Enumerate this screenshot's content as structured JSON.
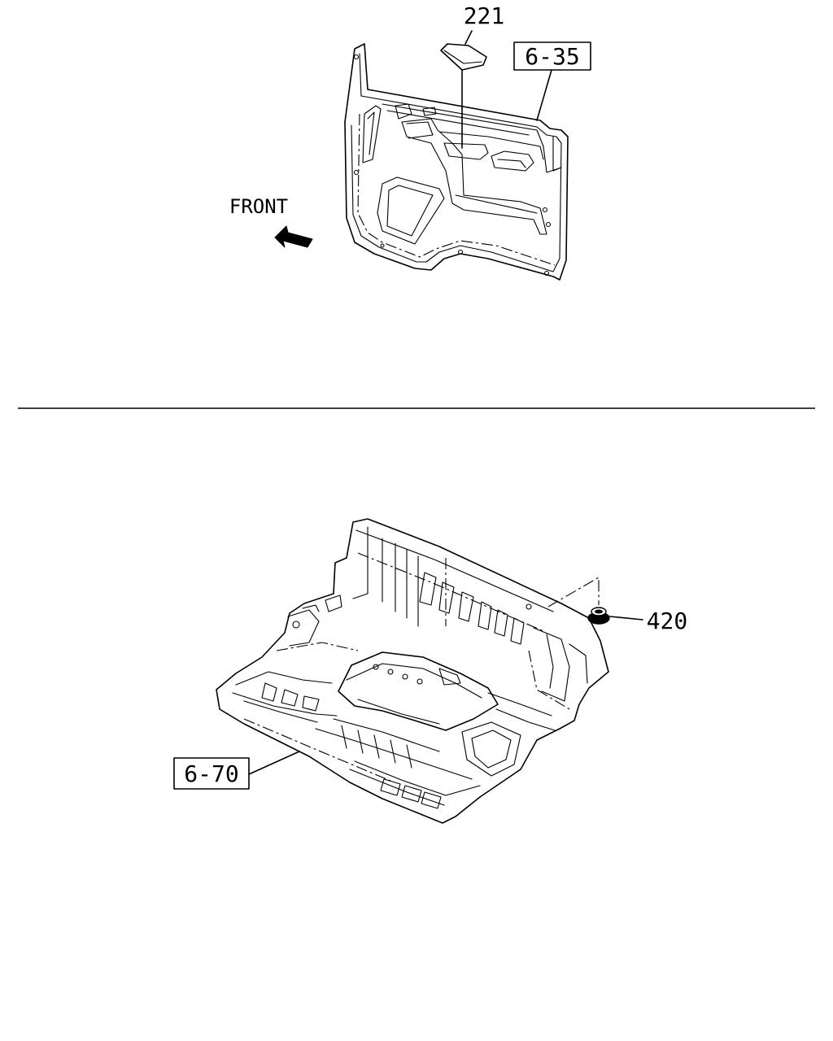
{
  "labels": {
    "part_221": "221",
    "ref_6_35": "6-35",
    "front": "FRONT",
    "part_420": "420",
    "ref_6_70": "6-70"
  },
  "icons": {
    "front_arrow": "arrow-up-left-icon"
  },
  "colors": {
    "ink": "#000000",
    "background": "#ffffff"
  }
}
